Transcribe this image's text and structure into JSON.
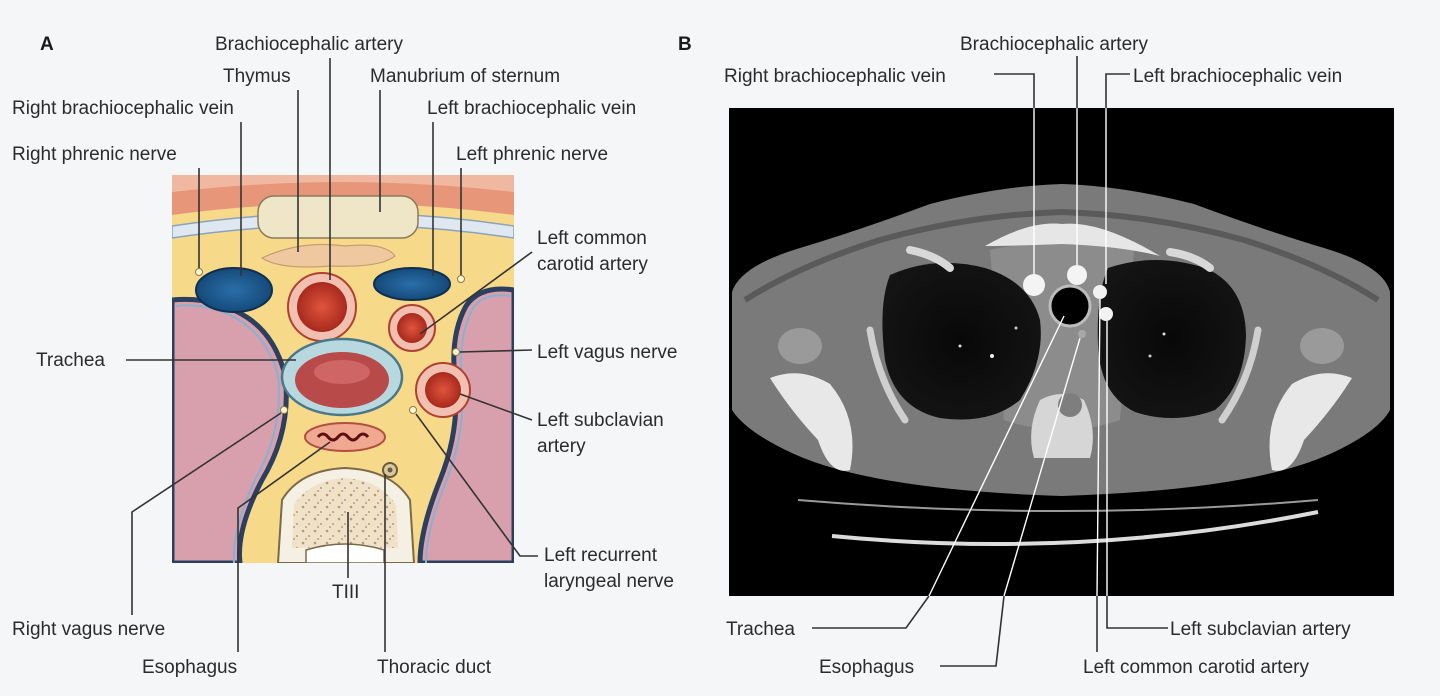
{
  "panel_a": {
    "letter": "A",
    "labels": {
      "brachiocephalic_artery": "Brachiocephalic artery",
      "thymus": "Thymus",
      "manubrium": "Manubrium of sternum",
      "right_brachiocephalic_vein": "Right brachiocephalic vein",
      "left_brachiocephalic_vein": "Left brachiocephalic vein",
      "right_phrenic_nerve": "Right phrenic nerve",
      "left_phrenic_nerve": "Left phrenic nerve",
      "left_common_carotid_line1": "Left common",
      "left_common_carotid_line2": "carotid artery",
      "trachea": "Trachea",
      "left_vagus_nerve": "Left vagus nerve",
      "left_subclavian_line1": "Left subclavian",
      "left_subclavian_line2": "artery",
      "left_recurrent_line1": "Left recurrent",
      "left_recurrent_line2": "laryngeal nerve",
      "vertebra": "TIII",
      "right_vagus_nerve": "Right vagus nerve",
      "esophagus": "Esophagus",
      "thoracic_duct": "Thoracic duct"
    }
  },
  "panel_b": {
    "letter": "B",
    "labels": {
      "brachiocephalic_artery": "Brachiocephalic artery",
      "right_brachiocephalic_vein": "Right brachiocephalic vein",
      "left_brachiocephalic_vein": "Left brachiocephalic vein",
      "trachea": "Trachea",
      "esophagus": "Esophagus",
      "left_subclavian_artery": "Left subclavian artery",
      "left_common_carotid_artery": "Left common carotid artery"
    }
  }
}
